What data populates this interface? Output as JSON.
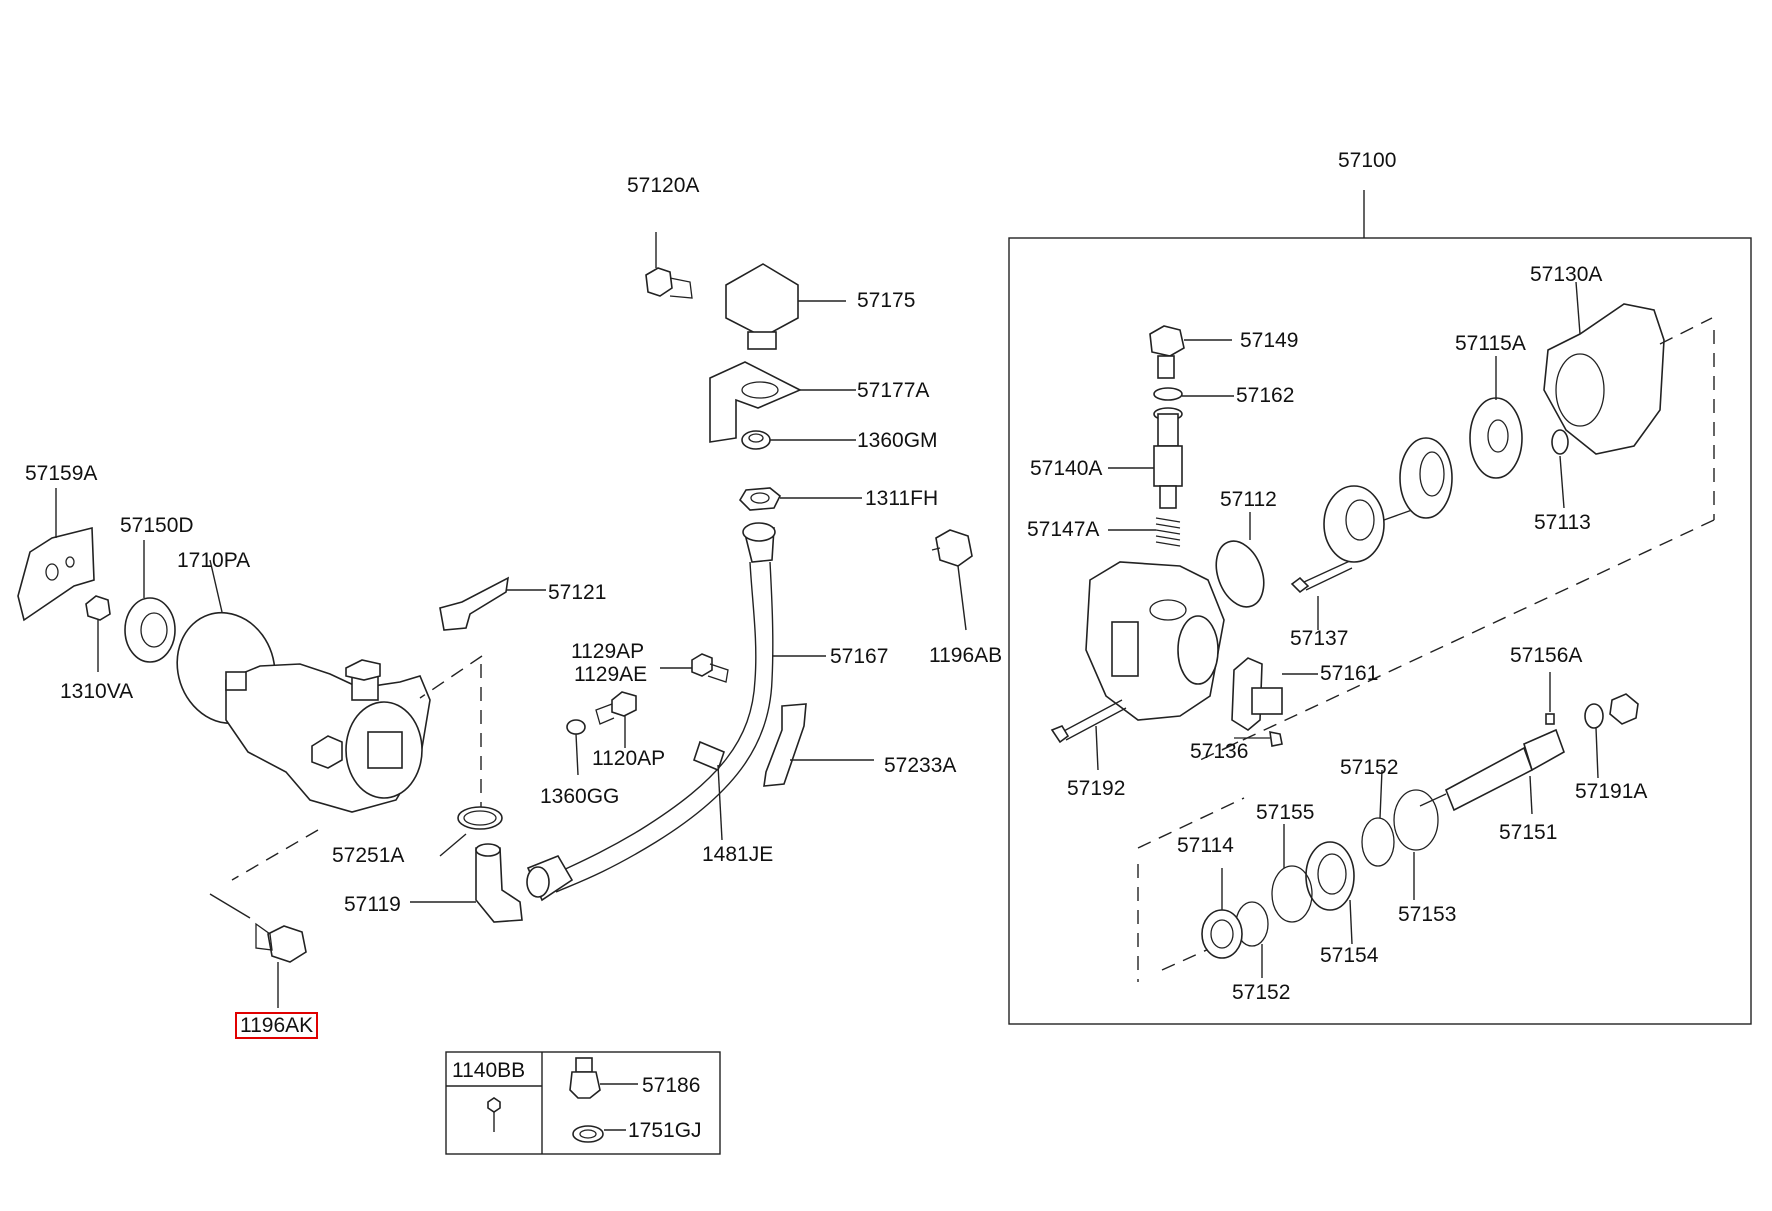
{
  "diagram": {
    "assembly_label": "57100",
    "highlighted_part": "1196AK",
    "highlight_color": "#e00000",
    "parts": {
      "p57120A": "57120A",
      "p57175": "57175",
      "p57177A": "57177A",
      "p1360GM": "1360GM",
      "p1311FH": "1311FH",
      "p57159A": "57159A",
      "p57150D": "57150D",
      "p1710PA": "1710PA",
      "p1310VA": "1310VA",
      "p57121": "57121",
      "p1129AP": "1129AP",
      "p1129AE": "1129AE",
      "p1120AP": "1120AP",
      "p1360GG": "1360GG",
      "p57167": "57167",
      "p57233A": "57233A",
      "p1481JE": "1481JE",
      "p57251A": "57251A",
      "p57119": "57119",
      "p1196AB": "1196AB",
      "p1196AK": "1196AK",
      "p57130A": "57130A",
      "p57149": "57149",
      "p57162": "57162",
      "p57115A": "57115A",
      "p57140A": "57140A",
      "p57147A": "57147A",
      "p57112": "57112",
      "p57113": "57113",
      "p57137": "57137",
      "p57161": "57161",
      "p57156A": "57156A",
      "p57136": "57136",
      "p57192": "57192",
      "p57152a": "57152",
      "p57191A": "57191A",
      "p57155": "57155",
      "p57114": "57114",
      "p57151": "57151",
      "p57153": "57153",
      "p57154": "57154",
      "p57152b": "57152"
    },
    "legend": {
      "p1140BB": "1140BB",
      "p57186": "57186",
      "p1751GJ": "1751GJ"
    }
  }
}
